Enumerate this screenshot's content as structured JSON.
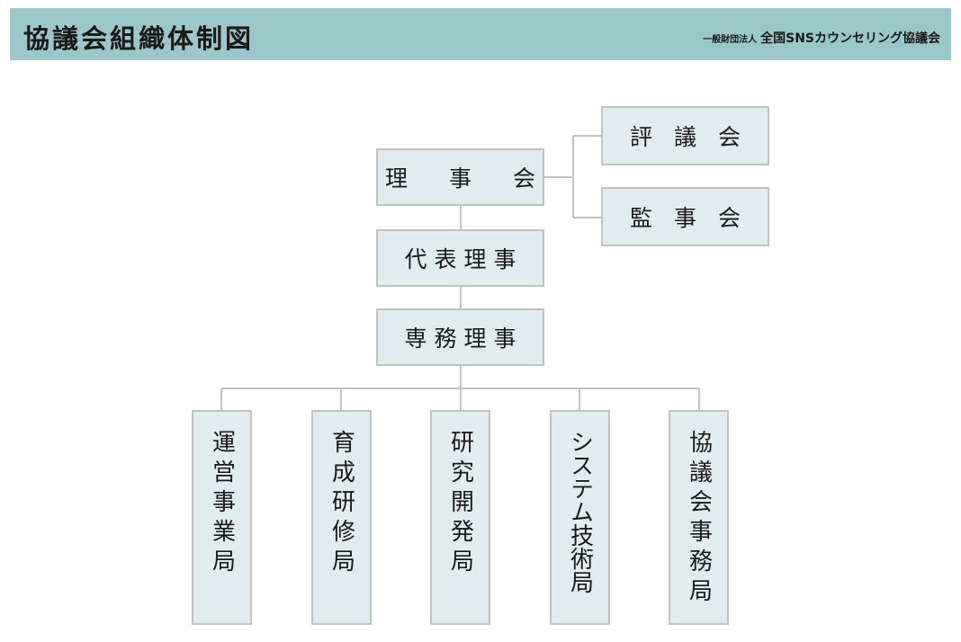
{
  "header": {
    "title": "協議会組織体制図",
    "org_prefix": "一般財団法人",
    "org_name": "全国SNSカウンセリング協議会"
  },
  "colors": {
    "header_bg": "#9bc6ca",
    "box_fill": "#e1ecee",
    "box_border": "#c2c2c2",
    "connector": "#c2c2c2"
  },
  "nodes": {
    "board": "理 事 会",
    "council": "評 議 会",
    "auditors": "監 事 会",
    "representative": "代表理事",
    "executive": "専務理事",
    "departments": [
      "運営事業局",
      "育成研修局",
      "研究開発局",
      "システム技術局",
      "協議会事務局"
    ]
  }
}
